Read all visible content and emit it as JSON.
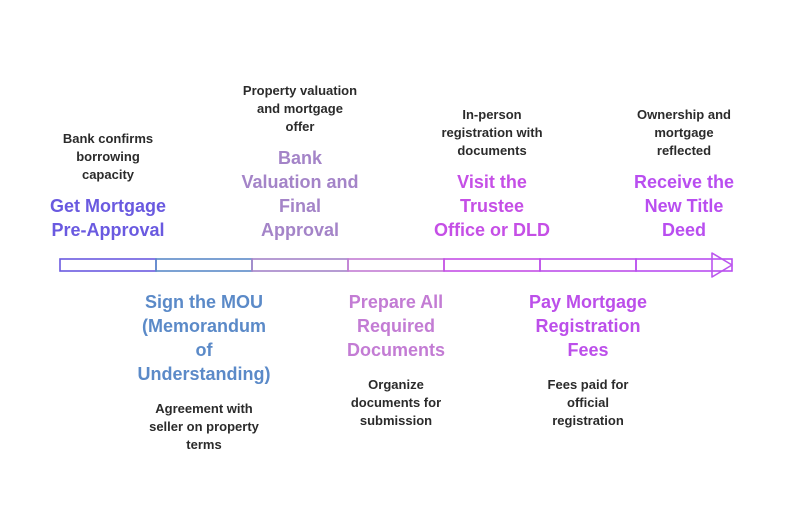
{
  "steps": [
    {
      "title_lines": [
        "Get Mortgage",
        "Pre-Approval"
      ],
      "desc_lines": [
        "Bank confirms",
        "borrowing",
        "capacity"
      ],
      "color": "#6a5ae0"
    },
    {
      "title_lines": [
        "Sign the MOU",
        "(Memorandum",
        "of",
        "Understanding)"
      ],
      "desc_lines": [
        "Agreement with",
        "seller on property",
        "terms"
      ],
      "color": "#5b8ac8"
    },
    {
      "title_lines": [
        "Bank",
        "Valuation and",
        "Final",
        "Approval"
      ],
      "desc_lines": [
        "Property valuation",
        "and mortgage",
        "offer"
      ],
      "color": "#a484c8"
    },
    {
      "title_lines": [
        "Prepare All",
        "Required",
        "Documents"
      ],
      "desc_lines": [
        "Organize",
        "documents for",
        "submission"
      ],
      "color": "#c37cd4"
    },
    {
      "title_lines": [
        "Visit the",
        "Trustee",
        "Office or DLD"
      ],
      "desc_lines": [
        "In-person",
        "registration with",
        "documents"
      ],
      "color": "#c54fe6"
    },
    {
      "title_lines": [
        "Pay Mortgage",
        "Registration",
        "Fees"
      ],
      "desc_lines": [
        "Fees paid for",
        "official",
        "registration"
      ],
      "color": "#bc4fea"
    },
    {
      "title_lines": [
        "Receive the",
        "New Title",
        "Deed"
      ],
      "desc_lines": [
        "Ownership and",
        "mortgage",
        "reflected"
      ],
      "color": "#b94ef0"
    }
  ]
}
